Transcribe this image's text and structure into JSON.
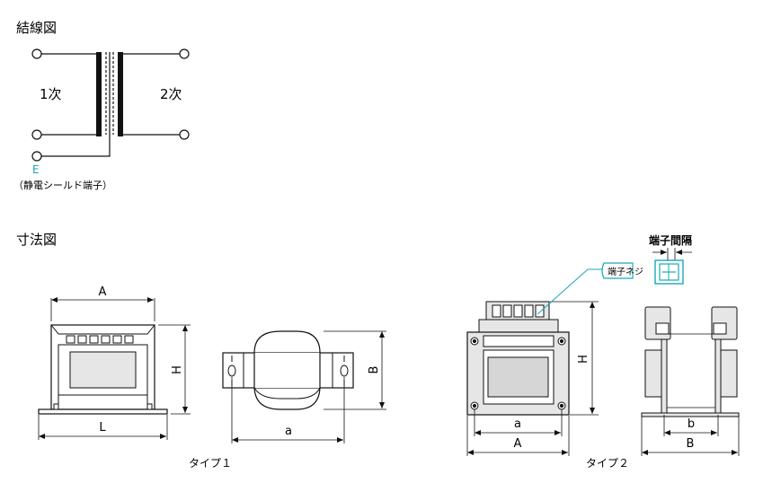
{
  "wiring": {
    "title": "結線図",
    "primary": "1次",
    "secondary": "2次",
    "earth_letter": "E",
    "earth_desc": "（静電シールド端子）"
  },
  "dimension": {
    "title": "寸法図",
    "type1": {
      "caption": "タイプ１",
      "A": "A",
      "H": "H",
      "L": "L",
      "a": "a",
      "B": "B"
    },
    "type2": {
      "caption": "タイプ２",
      "H": "H",
      "a": "a",
      "A": "A",
      "b": "b",
      "B": "B",
      "terminal_pitch": "端子間隔",
      "terminal_screw": "端子ネジ"
    }
  },
  "colors": {
    "accent": "#1aa7b8",
    "line": "#111111",
    "panel": "#e6e6e6",
    "panel_dark": "#c8c8c8"
  }
}
